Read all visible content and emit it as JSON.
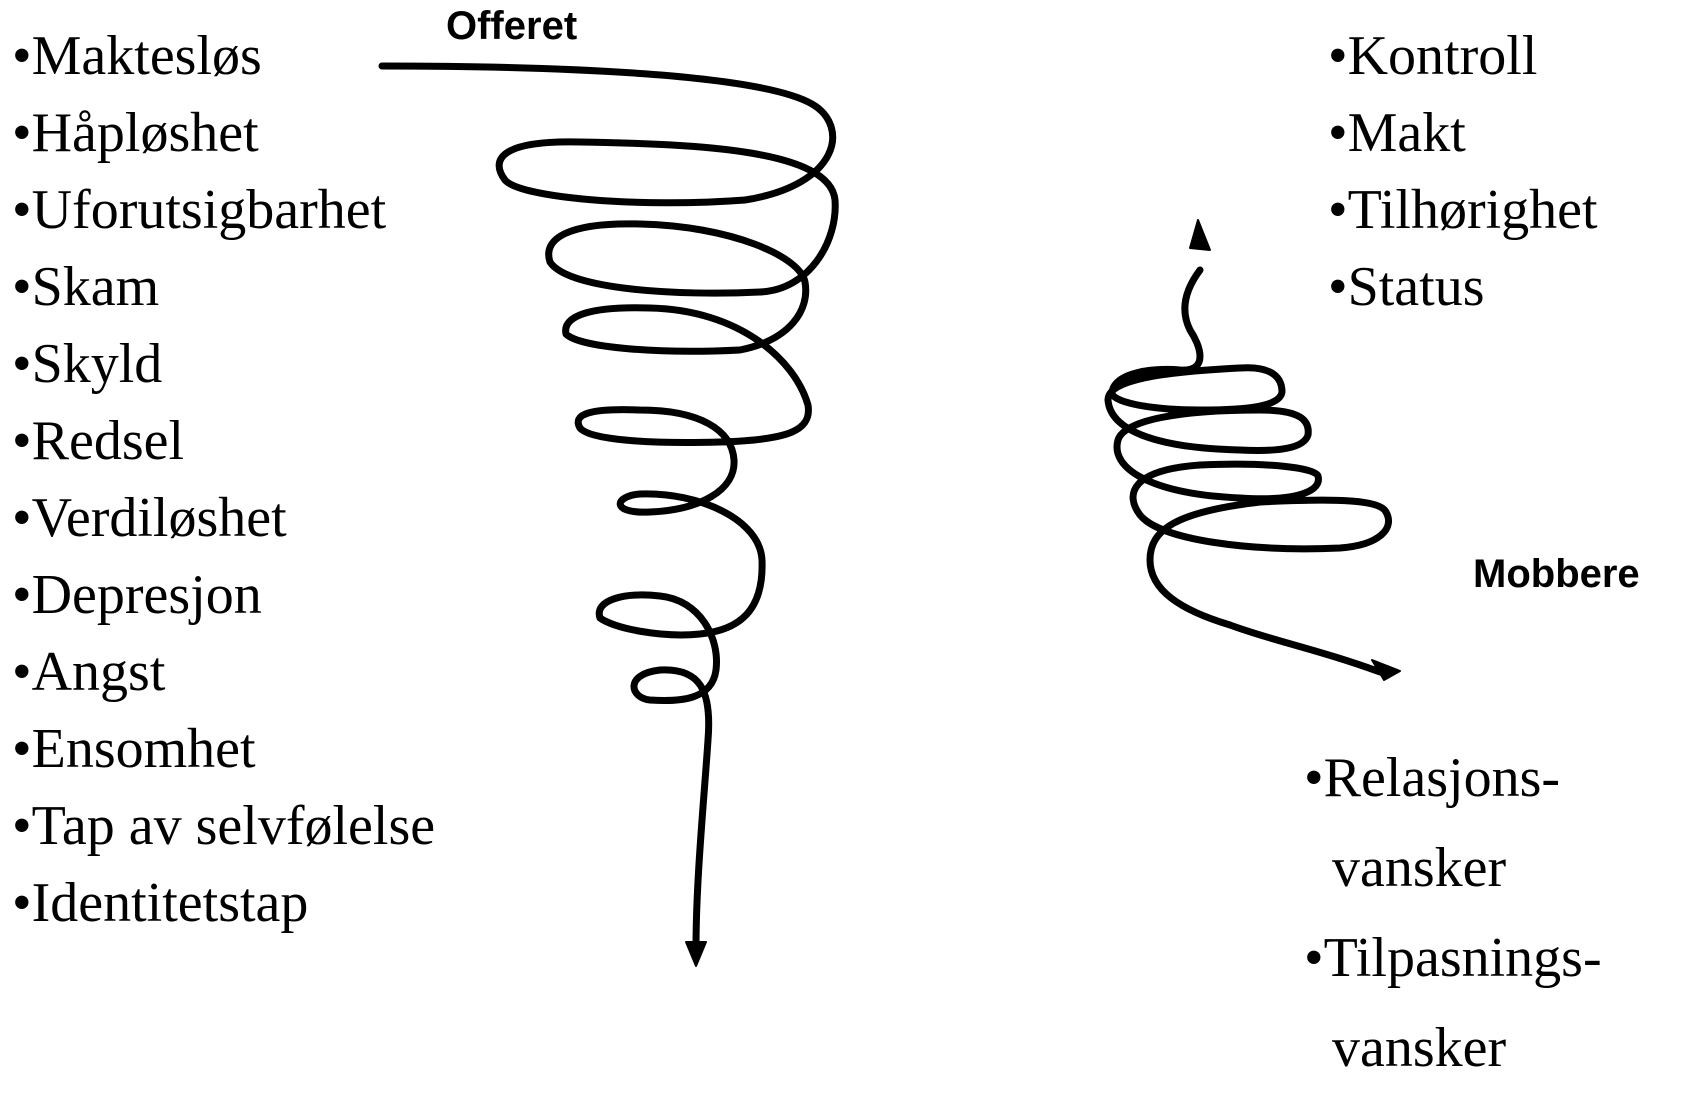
{
  "victim": {
    "label": "Offeret",
    "items": [
      "•Maktesløs",
      "•Håpløshet",
      "•Uforutsigbarhet",
      "•Skam",
      "•Skyld",
      "•Redsel",
      "•Verdiløshet",
      "•Depresjon",
      "•Angst",
      "•Ensomhet",
      "•Tap av selvfølelse",
      "•Identitetstap"
    ]
  },
  "bully": {
    "label": "Mobbere",
    "items": [
      "•Kontroll",
      "•Makt",
      "•Tilhørighet",
      "•Status"
    ],
    "consequences": [
      "•Relasjons-",
      "  vansker",
      "•Tilpasnings-",
      "  vansker"
    ]
  },
  "arrows": {
    "victim_direction": "down",
    "bully_directions": [
      "up",
      "down-right"
    ]
  }
}
